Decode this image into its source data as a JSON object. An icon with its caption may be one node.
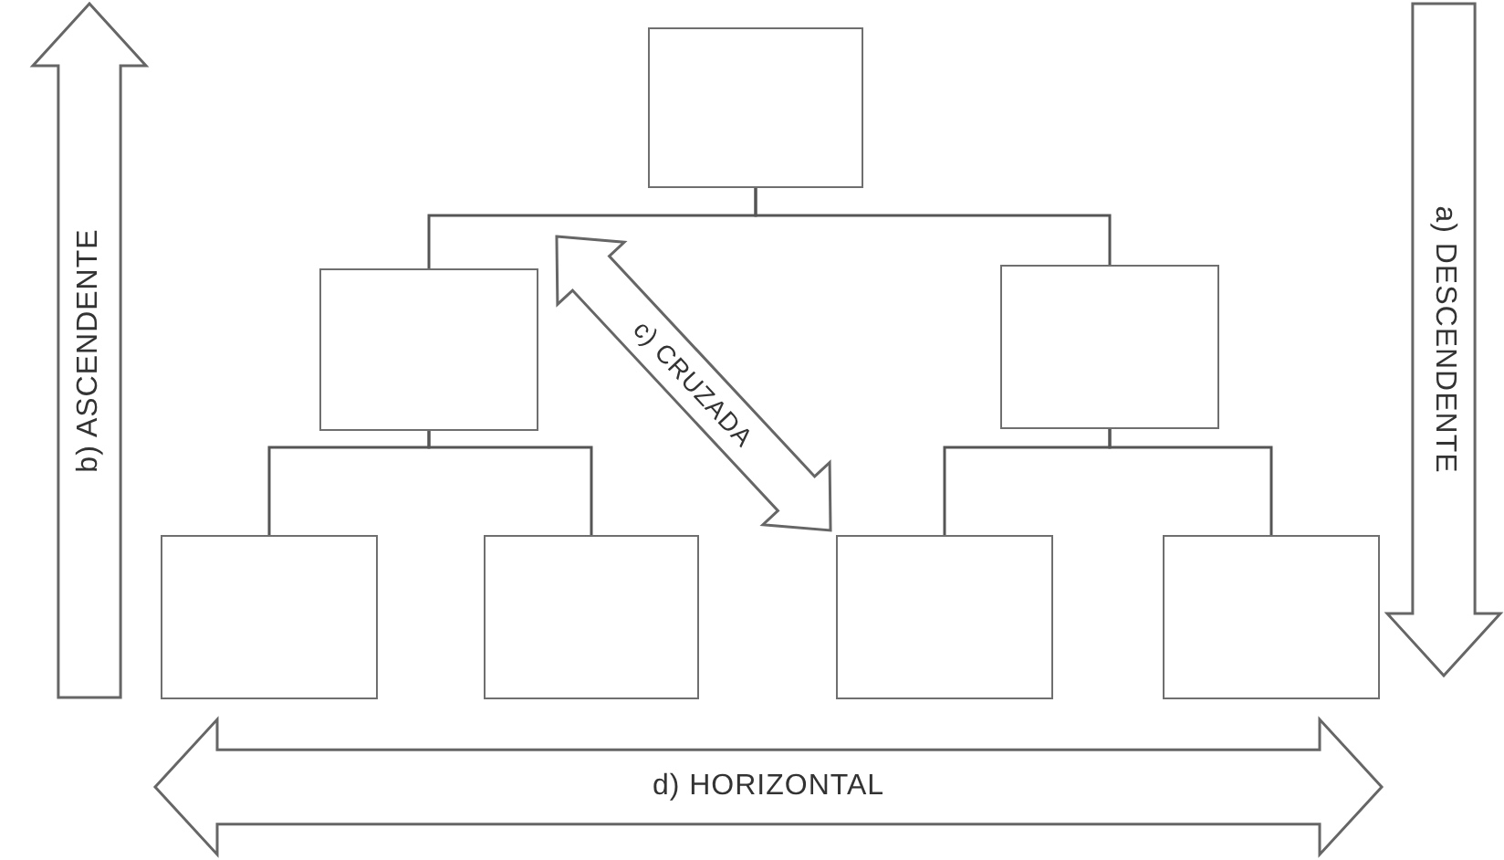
{
  "diagram": {
    "nodes": [
      {
        "text": [],
        "shape": "box"
      },
      {
        "text": [],
        "shape": "box"
      },
      {
        "text": [],
        "shape": "box"
      },
      {
        "text": [],
        "shape": "box"
      },
      {
        "text": [],
        "shape": "box"
      },
      {
        "text": [],
        "shape": "box"
      },
      {
        "text": [],
        "shape": "box"
      },
      {
        "text": [
          "b) ASCENDENTE"
        ]
      },
      {
        "text": [
          "a) DESCENDENTE"
        ]
      },
      {
        "text": [
          "c) CRUZADA"
        ]
      },
      {
        "text": [
          "d) HORIZONTAL"
        ]
      }
    ],
    "edges": [
      {
        "from": 0,
        "to": 1,
        "arrow": "none"
      },
      {
        "from": 0,
        "to": 2,
        "arrow": "none"
      },
      {
        "from": 1,
        "to": 3,
        "arrow": "none"
      },
      {
        "from": 1,
        "to": 4,
        "arrow": "none"
      },
      {
        "from": 2,
        "to": 5,
        "arrow": "none"
      },
      {
        "from": 2,
        "to": 6,
        "arrow": "none"
      }
    ]
  }
}
